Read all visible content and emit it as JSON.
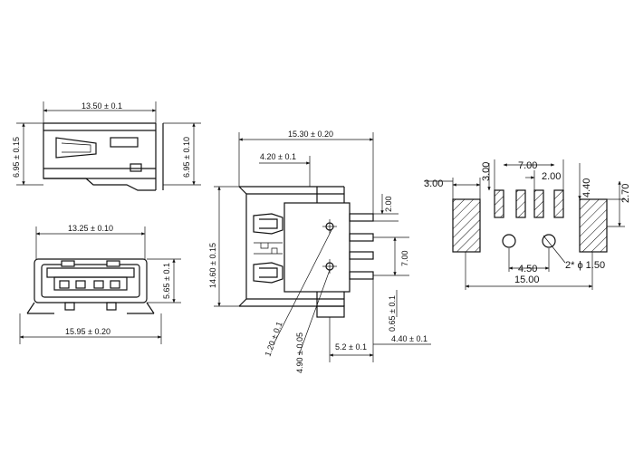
{
  "views": {
    "side": {
      "width": "13.50 ± 0.1",
      "height_left": "6.95 ± 0.15",
      "height_right": "6.95 ± 0.10"
    },
    "front": {
      "opening_width": "13.25 ± 0.10",
      "overall_width": "15.95 ± 0.20",
      "height": "5.65 ± 0.1"
    },
    "top": {
      "overall_width": "15.30 ± 0.20",
      "shell_offset": "4.20 ± 0.1",
      "overall_height": "14.60 ± 0.15",
      "pin_offset": "2.00",
      "pin_pitch": "7.00",
      "pin_thickness": "0.65 ± 0.1",
      "post_dia": "1.20 ± 0.1",
      "post_offset": "4.90 ± 0.05",
      "tail_length": "5.2 ± 0.1",
      "tail_span": "4.40 ± 0.1"
    },
    "footprint": {
      "pad_width": "3.00",
      "pad_height": "3.00",
      "pitch_outer": "7.00",
      "pitch_inner": "2.00",
      "pad_length": "4.40",
      "pad_offset": "2.70",
      "hole_spacing": "4.50",
      "holes": "2* ϕ 1.50",
      "total_width": "15.00"
    }
  }
}
